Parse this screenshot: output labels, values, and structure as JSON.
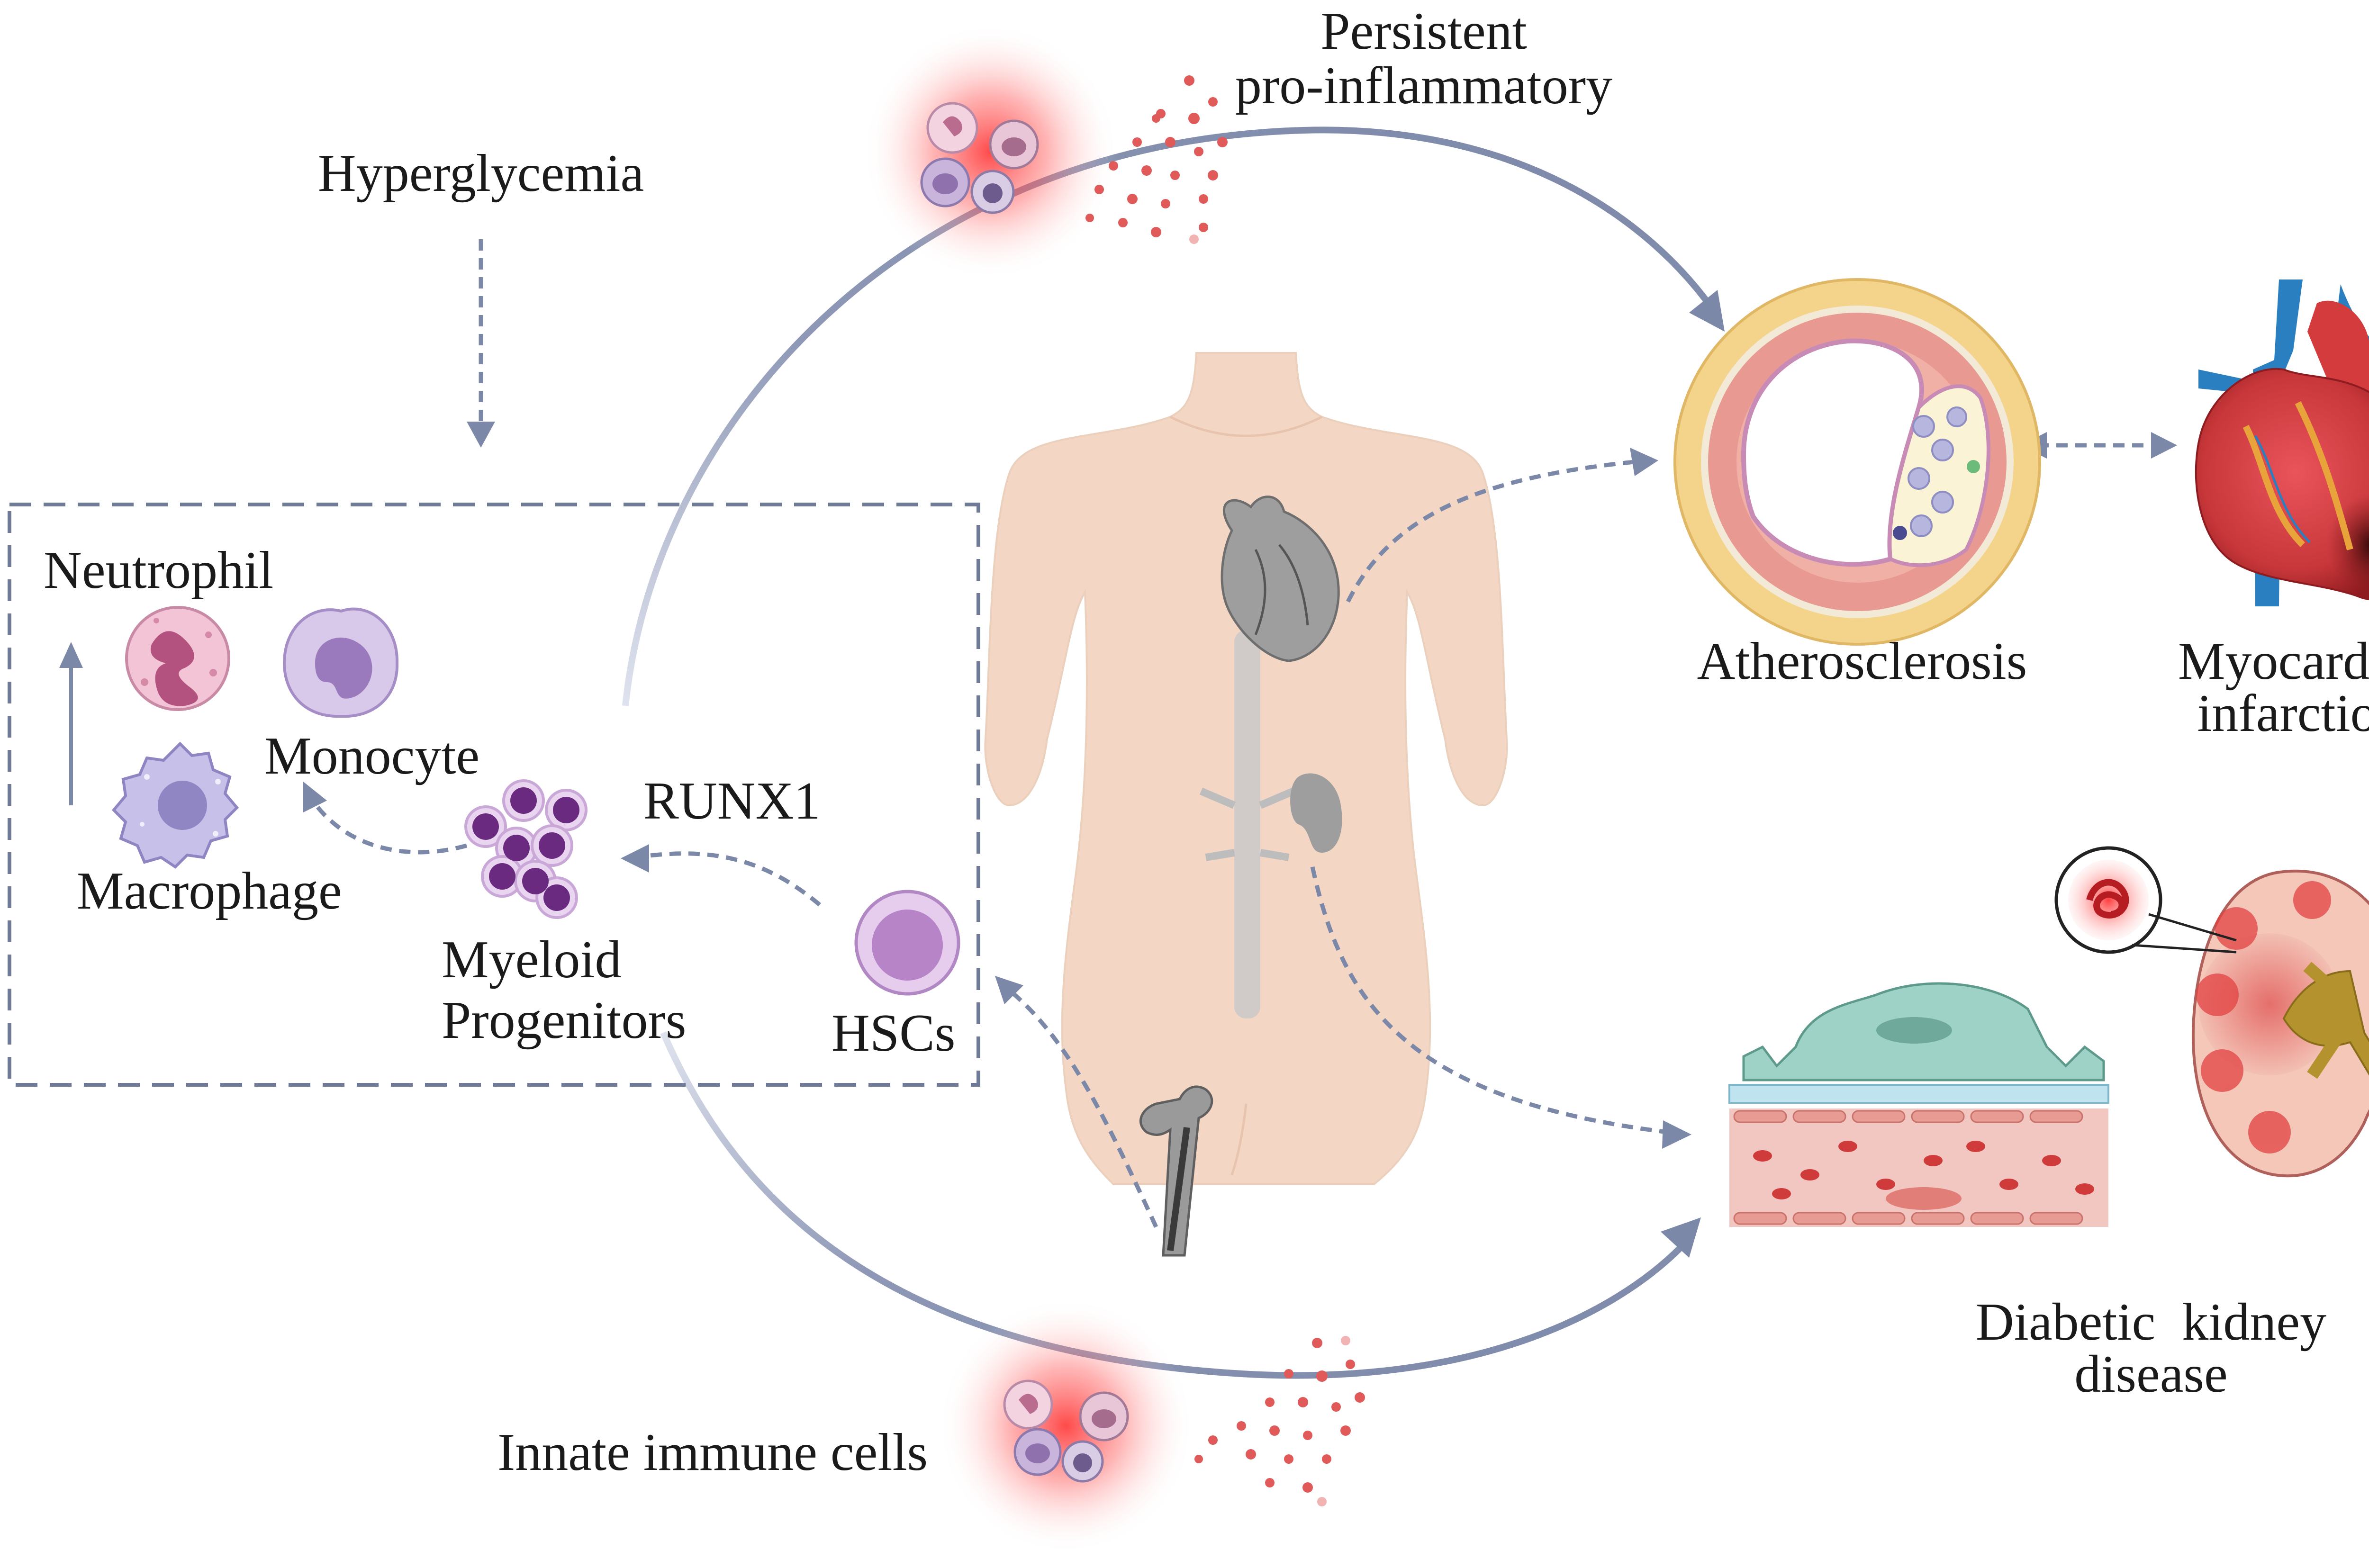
{
  "labels": {
    "persistent_line1": "Persistent",
    "persistent_line2": "pro-inflammatory",
    "hyperglycemia": "Hyperglycemia",
    "neutrophil": "Neutrophil",
    "monocyte": "Monocyte",
    "macrophage": "Macrophage",
    "runx1": "RUNX1",
    "myeloid_line1": "Myeloid",
    "myeloid_line2": "Progenitors",
    "hscs": "HSCs",
    "atherosclerosis": "Atherosclerosis",
    "mi_line1": "Myocardial",
    "mi_line2": "infarction",
    "dkd_line1": "Diabetic  kidney",
    "dkd_line2": "disease",
    "innate_immune": "Innate immune cells"
  },
  "colors": {
    "arrow": "#7c88a8",
    "dashed_box": "#6f7a96",
    "body_skin": "#f4d6c4",
    "inflammation_glow": "#ff3b3b",
    "artery_outer": "#f3d48a",
    "artery_wall": "#e89a92",
    "endothelial_cell": "#9fd2c6",
    "kidney_red": "#c8373a"
  }
}
